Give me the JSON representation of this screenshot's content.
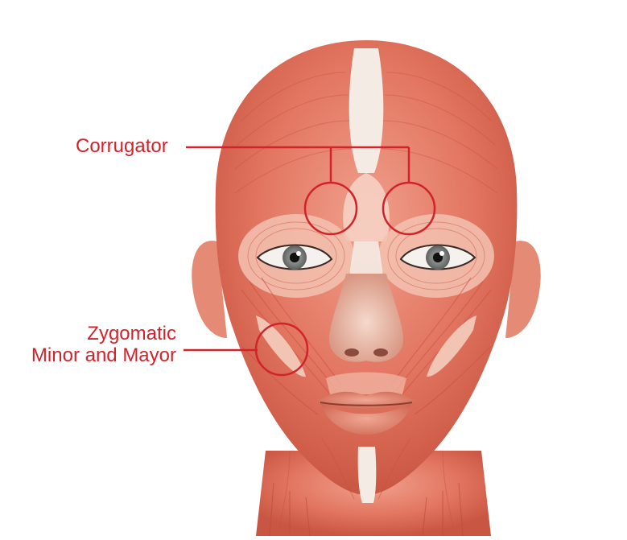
{
  "labels": {
    "corrugator": "Corrugator",
    "zygomatic_line1": "Zygomatic",
    "zygomatic_line2": "Minor and Mayor"
  },
  "colors": {
    "callout": "#d2232a",
    "muscle": "#e0725c",
    "muscle_dark": "#c7513f",
    "muscle_light": "#f2b8a6",
    "tendon": "#f4ece4",
    "background": "#ffffff"
  }
}
